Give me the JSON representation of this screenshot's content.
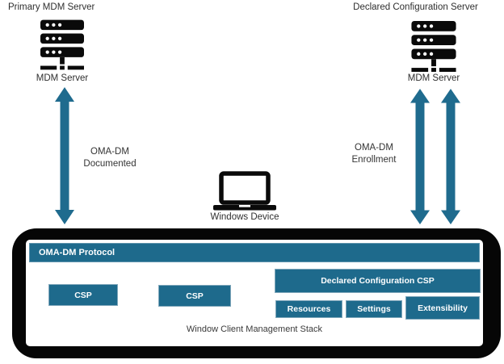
{
  "diagram": {
    "left_server": {
      "title": "Primary MDM Server",
      "label": "MDM Server"
    },
    "right_server": {
      "title": "Declared Configuration Server",
      "label": "MDM Server"
    },
    "left_link": {
      "line1": "OMA-DM",
      "line2": "Documented"
    },
    "right_link": {
      "line1": "OMA-DM",
      "line2": "Enrollment"
    },
    "device": {
      "label": "Windows Device"
    },
    "stack": {
      "protocol_bar": "OMA-DM Protocol",
      "csp1": "CSP",
      "csp2": "CSP",
      "declared_csp": "Declared Configuration CSP",
      "resources": "Resources",
      "settings": "Settings",
      "extensibility": "Extensibility",
      "caption": "Window Client Management Stack"
    },
    "colors": {
      "teal": "#1e6a8c",
      "arrow": "#1f6b8e",
      "frame_black": "#060606",
      "label_text": "#2f2f2f"
    }
  }
}
